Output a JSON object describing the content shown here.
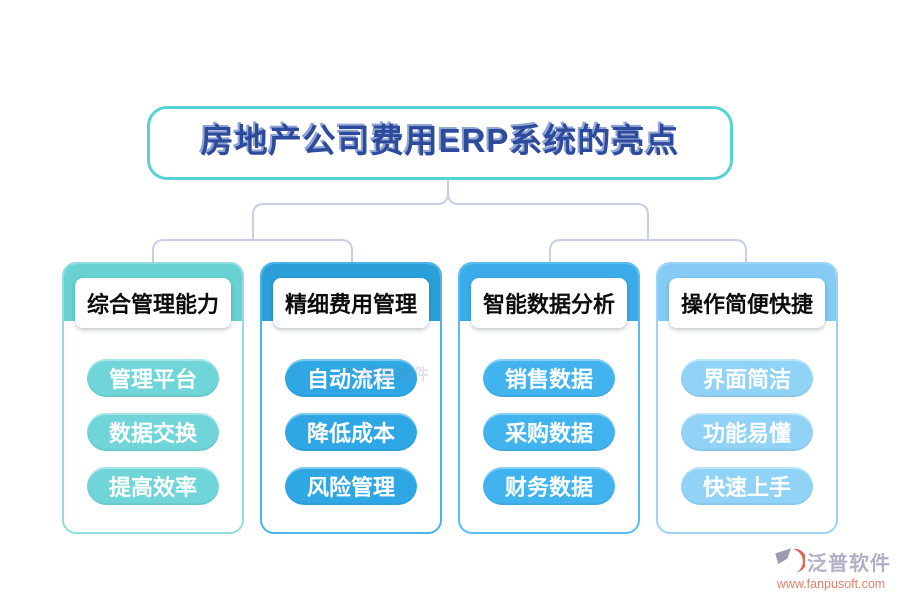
{
  "title": "房地产公司费用ERP系统的亮点",
  "columns": [
    {
      "header": "综合管理能力",
      "items": [
        "管理平台",
        "数据交换",
        "提高效率"
      ],
      "colors": {
        "band": "#68d1d1",
        "pill": "#6fd5d8",
        "border": "#93dcde"
      }
    },
    {
      "header": "精细费用管理",
      "items": [
        "自动流程",
        "降低成本",
        "风险管理"
      ],
      "colors": {
        "band": "#2b9fd8",
        "pill": "#2fa7e5",
        "border": "#4ab4e8"
      }
    },
    {
      "header": "智能数据分析",
      "items": [
        "销售数据",
        "采购数据",
        "财务数据"
      ],
      "colors": {
        "band": "#3bace9",
        "pill": "#41b4f0",
        "border": "#5abdef"
      }
    },
    {
      "header": "操作简便快捷",
      "items": [
        "界面简洁",
        "功能易懂",
        "快速上手"
      ],
      "colors": {
        "band": "#85cbf3",
        "pill": "#91d3f7",
        "border": "#9bd4f5"
      }
    }
  ],
  "watermark": {
    "text": "泛普软件"
  },
  "footer": {
    "brand": "泛普软件",
    "url": "www.fanpusoft.com"
  },
  "theme": {
    "title-border": "#57d2d4",
    "title-text": "#2e4a9c",
    "connector": "#c6cee6",
    "brand-gray": "#b2b0c4",
    "brand-url": "#e2826b"
  }
}
